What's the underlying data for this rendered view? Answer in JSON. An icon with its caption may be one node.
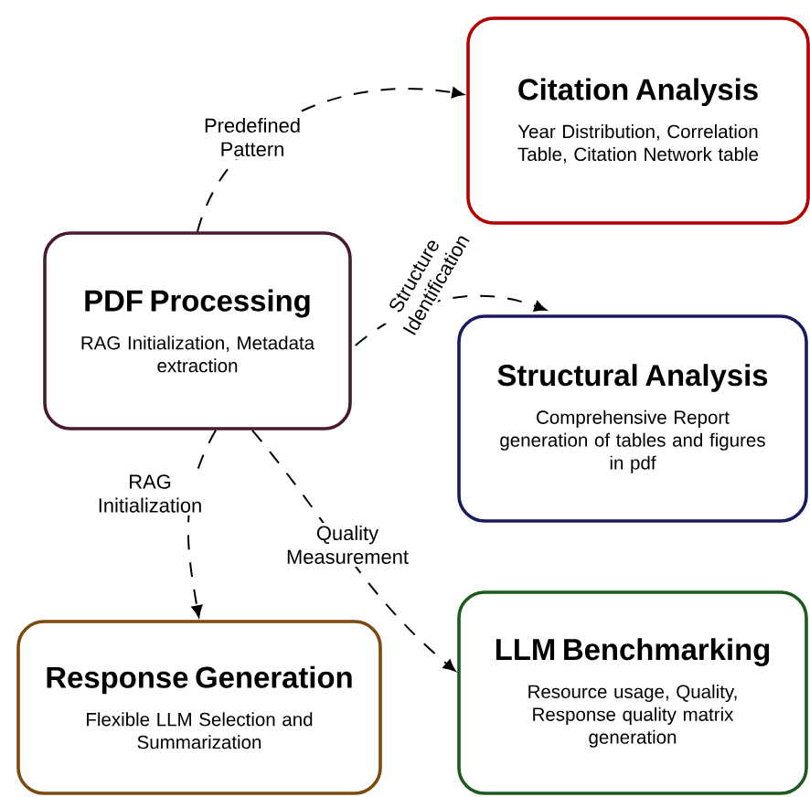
{
  "diagram": {
    "nodes": [
      {
        "text": [
          "PDF Processing",
          "RAG Initialization, Metadata extraction"
        ]
      },
      {
        "text": [
          "Citation Analysis",
          "Year Distribution, Correlation Table, Citation Network table"
        ]
      },
      {
        "text": [
          "Structural Analysis",
          "Comprehensive Report generation of tables and figures in pdf"
        ]
      },
      {
        "text": [
          "Response Generation",
          "Flexible LLM Selection and Summarization"
        ]
      },
      {
        "text": [
          "LLM Benchmarking",
          "Resource usage, Quality, Response quality matrix generation"
        ]
      }
    ],
    "edges": [
      {
        "from": 0,
        "to": 1,
        "arrow": "to",
        "style": "dashed",
        "label": "Predefined Pattern"
      },
      {
        "from": 0,
        "to": 2,
        "arrow": "to",
        "style": "dashed",
        "label": "Structure Identification"
      },
      {
        "from": 0,
        "to": 3,
        "arrow": "to",
        "style": "dashed",
        "label": "RAG Initialization"
      },
      {
        "from": 0,
        "to": 4,
        "arrow": "to",
        "style": "dashed",
        "label": "Quality Measurement"
      }
    ]
  }
}
